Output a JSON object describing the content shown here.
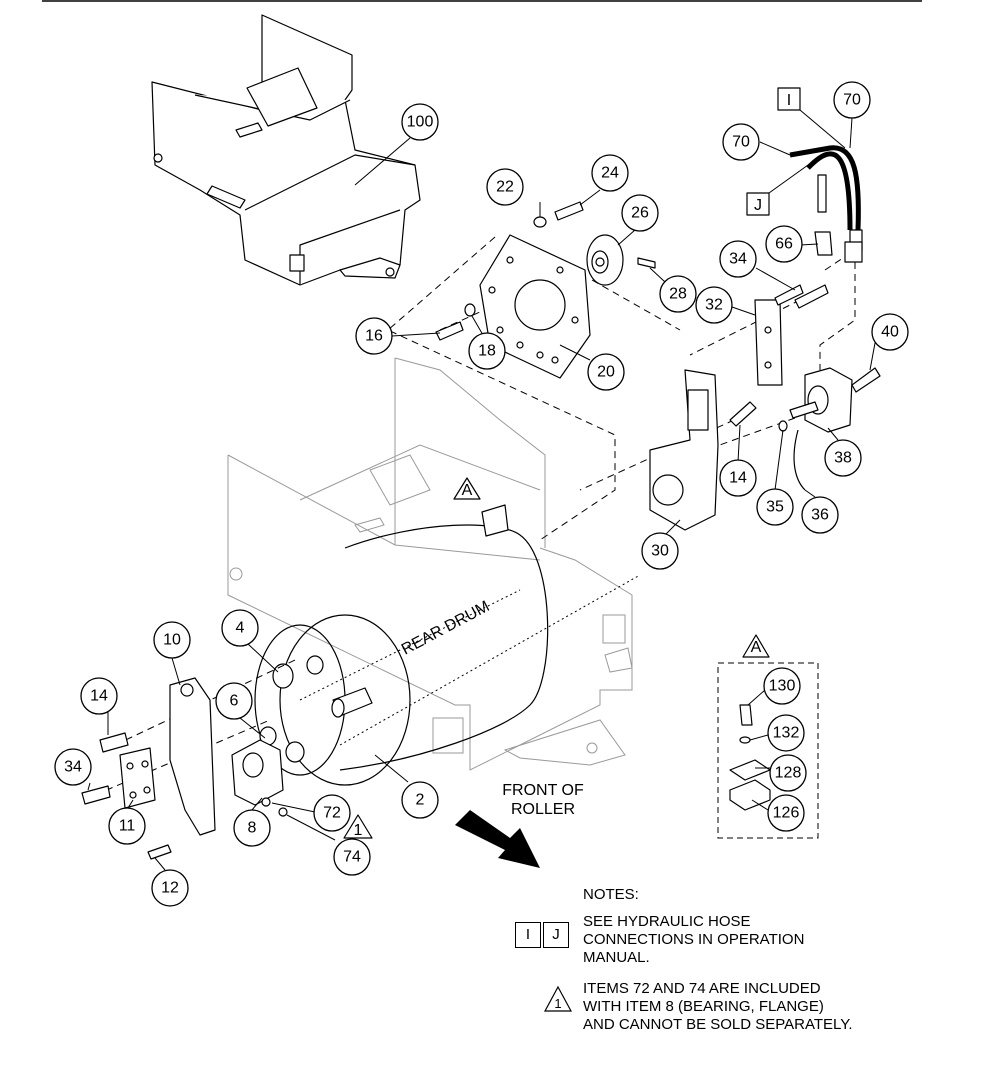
{
  "diagram": {
    "labels": {
      "rear_drum": "REAR DRUM",
      "front_of_roller": "FRONT OF\nROLLER",
      "front_line1": "FRONT OF",
      "front_line2": "ROLLER",
      "detail_tag": "A",
      "detail_ref_tag": "A",
      "hose_tag_i": "I",
      "hose_tag_j": "J",
      "note_tri_1": "1",
      "note_tri_2": "1"
    },
    "callouts": [
      "100",
      "22",
      "24",
      "26",
      "28",
      "16",
      "18",
      "20",
      "70",
      "70",
      "66",
      "34",
      "32",
      "40",
      "38",
      "14",
      "35",
      "36",
      "30",
      "10",
      "4",
      "14",
      "6",
      "34",
      "11",
      "12",
      "8",
      "72",
      "74",
      "2",
      "130",
      "132",
      "128",
      "126"
    ]
  },
  "notes": {
    "heading": "NOTES:",
    "box_i": "I",
    "box_j": "J",
    "note1_line1": "SEE HYDRAULIC HOSE",
    "note1_line2": "CONNECTIONS IN OPERATION",
    "note1_line3": "MANUAL.",
    "note2_tri": "1",
    "note2_line1": "ITEMS 72 AND 74 ARE INCLUDED",
    "note2_line2": "WITH ITEM 8 (BEARING, FLANGE)",
    "note2_line3": "AND CANNOT BE SOLD SEPARATELY."
  }
}
